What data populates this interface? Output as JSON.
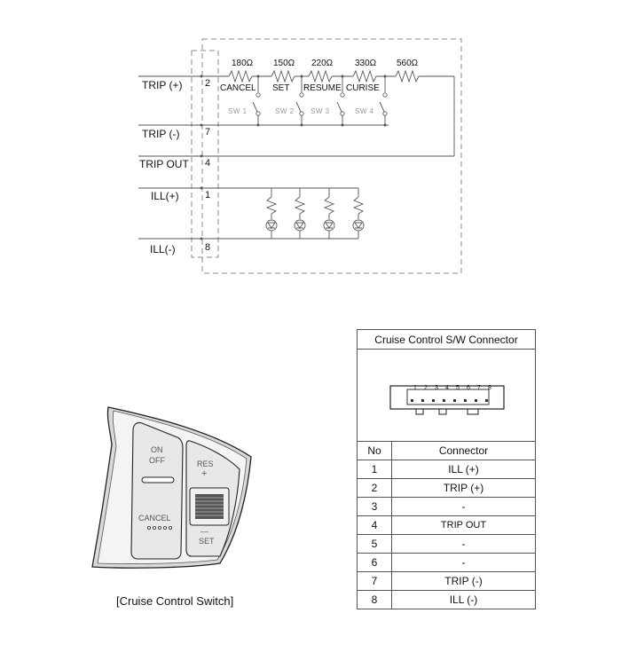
{
  "schematic": {
    "signals": {
      "trip_plus": "TRIP (+)",
      "trip_minus": "TRIP (-)",
      "trip_out": "TRIP OUT",
      "ill_plus": "ILL(+)",
      "ill_minus": "ILL(-)"
    },
    "pins": {
      "trip_plus": "2",
      "trip_minus": "7",
      "trip_out": "4",
      "ill_plus": "1",
      "ill_minus": "8"
    },
    "resistors": [
      "180Ω",
      "150Ω",
      "220Ω",
      "330Ω",
      "560Ω"
    ],
    "switch_names": [
      "CANCEL",
      "SET",
      "RESUME",
      "CURISE"
    ],
    "switch_tags": [
      "SW 1",
      "SW 2",
      "SW 3",
      "SW 4"
    ]
  },
  "switch_unit": {
    "on_off_top": "ON",
    "on_off_bottom": "OFF",
    "cancel": "CANCEL",
    "res": "RES",
    "plus": "+",
    "minus": "—",
    "set": "SET",
    "caption": "[Cruise Control Switch]"
  },
  "connector": {
    "title": "Cruise Control S/W Connector",
    "pin_numbers": [
      "1",
      "2",
      "3",
      "4",
      "5",
      "6",
      "7",
      "8"
    ],
    "col_no": "No",
    "col_connector": "Connector",
    "rows": [
      {
        "no": "1",
        "name": "ILL (+)"
      },
      {
        "no": "2",
        "name": "TRIP (+)"
      },
      {
        "no": "3",
        "name": "-"
      },
      {
        "no": "4",
        "name": "TRIP OUT"
      },
      {
        "no": "5",
        "name": "-"
      },
      {
        "no": "6",
        "name": "-"
      },
      {
        "no": "7",
        "name": "TRIP (-)"
      },
      {
        "no": "8",
        "name": "ILL (-)"
      }
    ]
  }
}
